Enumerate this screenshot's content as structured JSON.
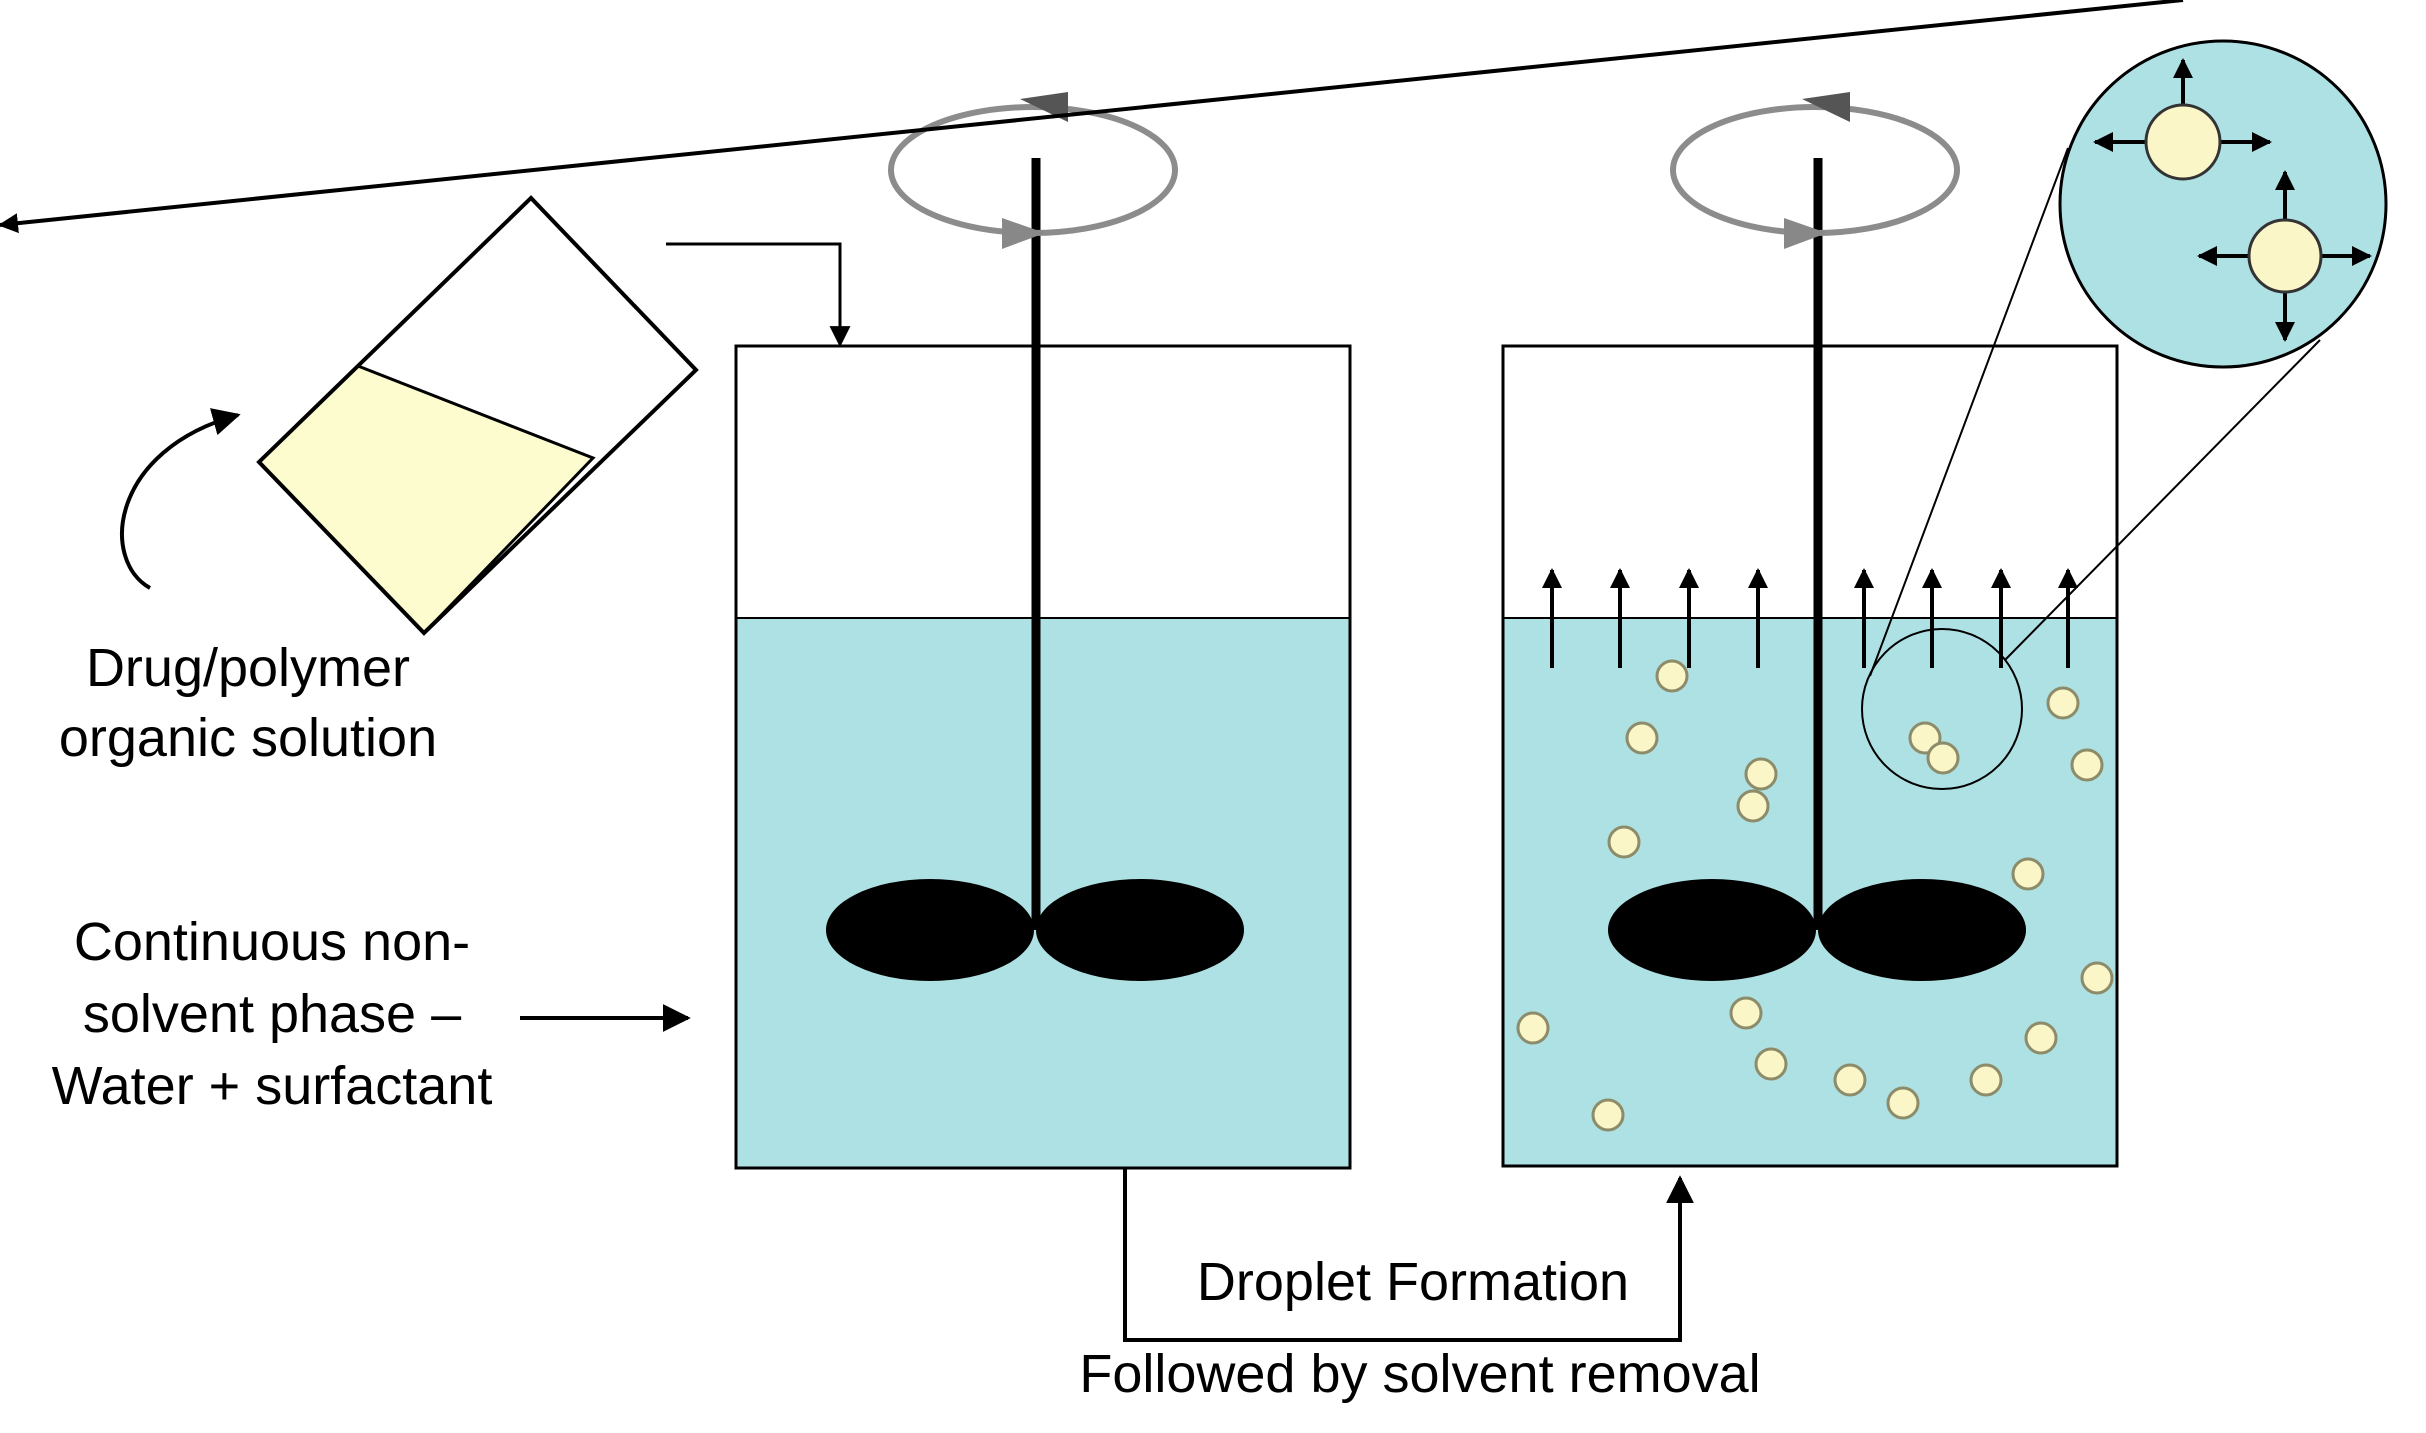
{
  "labels": {
    "drug_solution_line1": "Drug/polymer",
    "drug_solution_line2": "organic solution",
    "continuous_line1": "Continuous non-",
    "continuous_line2": "solvent phase –",
    "continuous_line3": "Water + surfactant",
    "droplet_formation": "Droplet Formation",
    "solvent_removal": "Followed by solvent removal"
  },
  "colors": {
    "organic_solution": "#fdfccf",
    "aqueous_phase": "#aee1e4",
    "droplet_fill": "#fbf6c8",
    "droplet_stroke": "#8c8c6a",
    "rotation_arrow": "#8c8c8c",
    "stroke": "#000000"
  },
  "icons": {
    "stirrer_rotation": "rotation-arrow-icon",
    "pour_arrow": "curved-arrow-icon",
    "droplet_expansion": "outward-arrows-icon"
  }
}
